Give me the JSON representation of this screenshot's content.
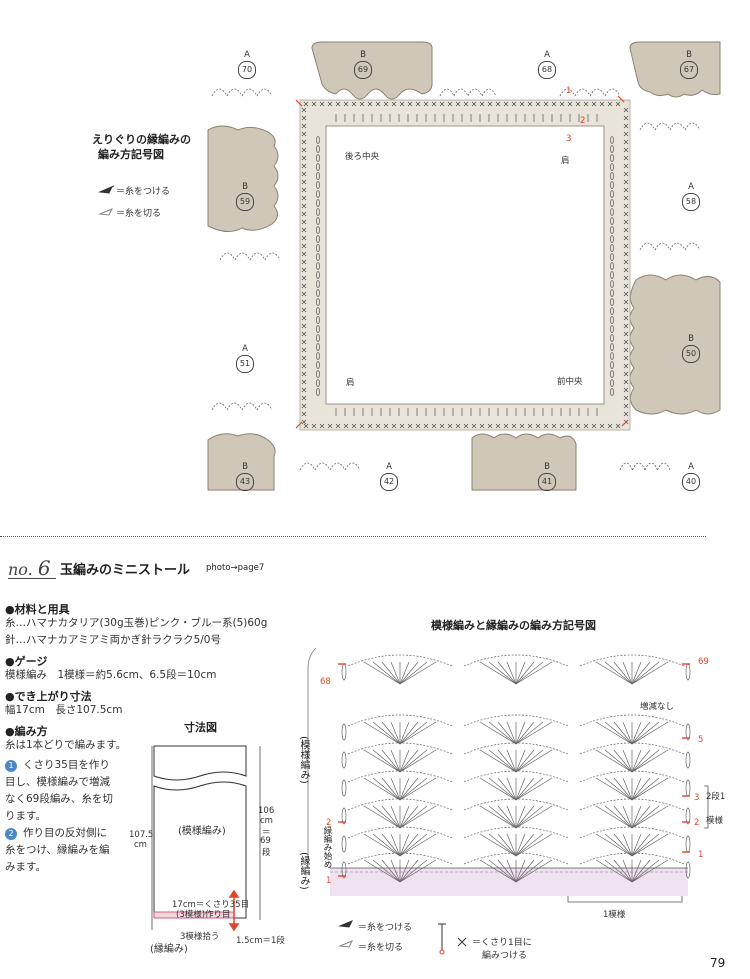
{
  "top_chart": {
    "title_line1": "えりぐりの縁編みの",
    "title_line2": "編み方記号図",
    "legend_attach": "＝糸をつける",
    "legend_cut": "＝糸を切る",
    "labels": {
      "back_center": "後ろ中央",
      "shoulder_right": "肩",
      "shoulder_left": "肩",
      "front_center": "前中央",
      "row1": "1",
      "row2": "2",
      "row3": "3"
    },
    "motifs": [
      {
        "letter": "A",
        "num": "70"
      },
      {
        "letter": "B",
        "num": "69"
      },
      {
        "letter": "A",
        "num": "68"
      },
      {
        "letter": "B",
        "num": "67"
      },
      {
        "letter": "B",
        "num": "59"
      },
      {
        "letter": "A",
        "num": "58"
      },
      {
        "letter": "A",
        "num": "51"
      },
      {
        "letter": "B",
        "num": "50"
      },
      {
        "letter": "B",
        "num": "43"
      },
      {
        "letter": "A",
        "num": "42"
      },
      {
        "letter": "B",
        "num": "41"
      },
      {
        "letter": "A",
        "num": "40"
      }
    ]
  },
  "pattern": {
    "number_prefix": "no.",
    "number": "6",
    "title": "玉編みのミニストール",
    "photo_ref": "photo→page7",
    "materials_heading": "●材料と用具",
    "materials_yarn": "糸…ハマナカタリア(30g玉巻)ピンク・ブルー系(5)60g",
    "materials_hook": "針…ハマナカアミアミ両かぎ針ラクラク5/0号",
    "gauge_heading": "●ゲージ",
    "gauge_text": "模様編み　1模様＝約5.6cm、6.5段＝10cm",
    "size_heading": "●でき上がり寸法",
    "size_text": "幅17cm　長さ107.5cm",
    "method_heading": "●編み方",
    "method_intro": "糸は1本どりで編みます。",
    "steps": [
      {
        "num": "1",
        "lines": [
          "くさり35目を作り",
          "目し、模様編みで増減",
          "なく69段編み、糸を切",
          "ります。"
        ]
      },
      {
        "num": "2",
        "lines": [
          "作り目の反対側に",
          "糸をつけ、縁編みを編",
          "みます。"
        ]
      }
    ]
  },
  "size_diagram": {
    "title": "寸法図",
    "body_label": "(模様編み)",
    "total_length": "107.5",
    "total_unit": "cm",
    "pattern_length": "106",
    "pattern_unit": "cm",
    "pattern_eq": "＝",
    "pattern_rows": "69",
    "pattern_rows_unit": "段",
    "chain_note1": "17cm＝くさり35目",
    "chain_note2": "(3模様)作り目",
    "edge_note": "3模様拾う",
    "edge_label": "(縁編み)",
    "edge_height": "1.5cm＝1段"
  },
  "bottom_chart": {
    "title": "模様編みと縁編みの編み方記号図",
    "side_label_pattern": "(模様編み)",
    "side_label_edge": "(縁編み)",
    "edge_start": "縁編み始め",
    "no_change": "増減なし",
    "repeat_note1": "2段1",
    "repeat_note2": "模様",
    "one_repeat": "1模様",
    "row_numbers": {
      "r69": "69",
      "r68": "68",
      "r5": "5",
      "r3": "3",
      "r2": "2",
      "r1": "1",
      "e2": "2",
      "e1": "1"
    },
    "legend_attach": "＝糸をつける",
    "legend_cut": "＝糸を切る",
    "legend_x_line1": "＝くさり1目に",
    "legend_x_line2": "編みつける"
  },
  "page_number": "79",
  "colors": {
    "motif_fill": "#cfc8b8",
    "frame_fill": "#e8e4da",
    "accent_red": "#e0442a",
    "edge_band": "#efe2f0",
    "stitch": "#555555"
  }
}
